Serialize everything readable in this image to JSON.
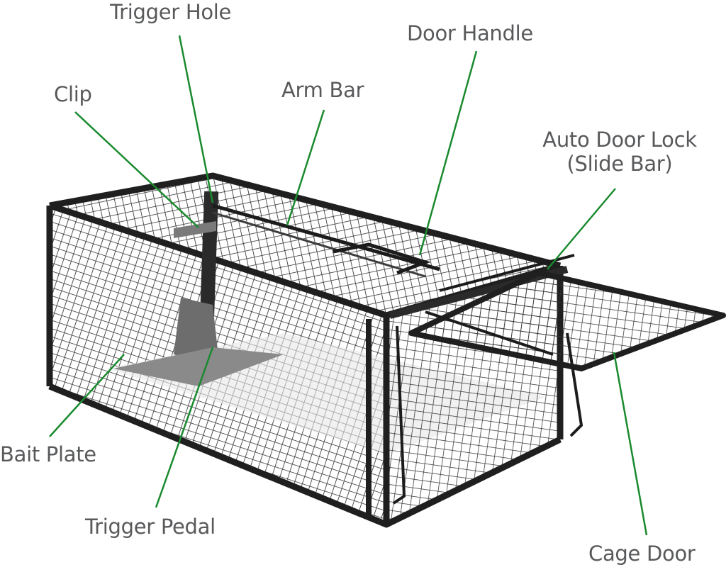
{
  "diagram": {
    "subject": "cage trap",
    "leader_color": "#1a8a2e",
    "text_color": "#58595b",
    "labels": [
      {
        "id": "trigger_hole",
        "text": "Trigger Hole"
      },
      {
        "id": "door_handle",
        "text": "Door Handle"
      },
      {
        "id": "clip",
        "text": "Clip"
      },
      {
        "id": "arm_bar",
        "text": "Arm Bar"
      },
      {
        "id": "auto_door_lock",
        "text": "Auto Door Lock",
        "text2": "(Slide Bar)"
      },
      {
        "id": "bait_plate",
        "text": "Bait Plate"
      },
      {
        "id": "trigger_pedal",
        "text": "Trigger Pedal"
      },
      {
        "id": "cage_door",
        "text": "Cage Door"
      }
    ]
  }
}
